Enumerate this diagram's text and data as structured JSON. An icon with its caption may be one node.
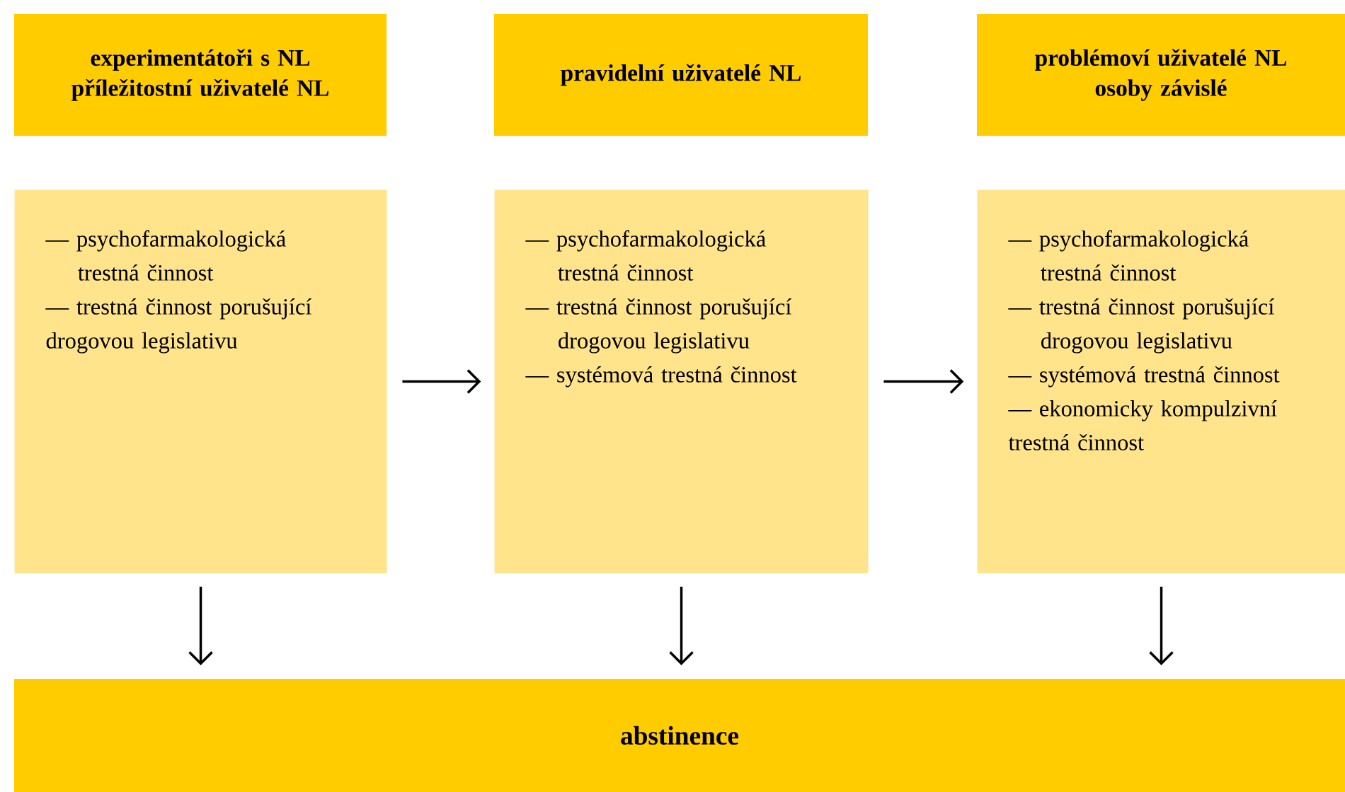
{
  "diagram": {
    "nodes": [
      {
        "text": [
          "experimentátoři s NL",
          "příležitostní uživatelé NL"
        ]
      },
      {
        "text": [
          "pravidelní uživatelé NL"
        ]
      },
      {
        "text": [
          "problémoví uživatelé NL",
          "osoby závislé"
        ]
      },
      {
        "text": [
          "— psychofarmakologická trestná činnost",
          "— trestná činnost porušující drogovou legislativu"
        ]
      },
      {
        "text": [
          "— psychofarmakologická trestná činnost",
          "— trestná činnost porušující drogovou legislativu",
          "— systémová trestná činnost"
        ]
      },
      {
        "text": [
          "— psychofarmakologická trestná činnost",
          "— trestná činnost porušující drogovou legislativu",
          "— systémová trestná činnost",
          "— ekonomicky kompulzivní trestná činnost"
        ]
      },
      {
        "text": [
          "abstinence"
        ]
      }
    ],
    "edges": [
      {
        "from": 3,
        "to": 4,
        "arrow": "to"
      },
      {
        "from": 4,
        "to": 5,
        "arrow": "to"
      },
      {
        "from": 3,
        "to": 6,
        "arrow": "to"
      },
      {
        "from": 4,
        "to": 6,
        "arrow": "to"
      },
      {
        "from": 5,
        "to": 6,
        "arrow": "to"
      }
    ]
  }
}
